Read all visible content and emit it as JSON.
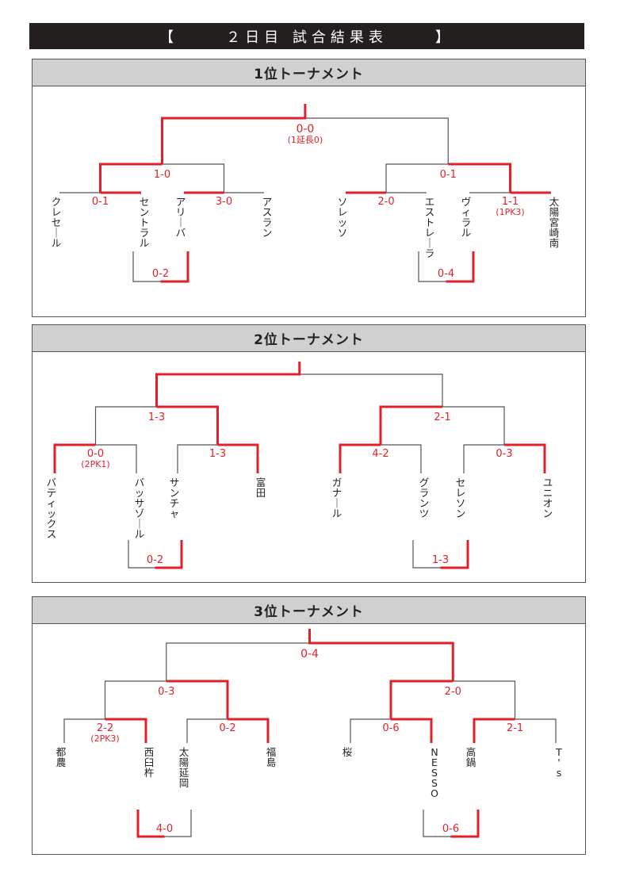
{
  "title": {
    "left": "【",
    "main": "２日目 試合結果表",
    "right": "】"
  },
  "colors": {
    "win": "#e0212b",
    "lose": "#555555",
    "header_bg": "#d0d0d0",
    "title_bg": "#231f1f"
  },
  "tournaments": [
    {
      "title": "1位トーナメント",
      "final_score": "0-0",
      "final_note": "(1延長0)",
      "semis": [
        {
          "score": "1-0",
          "third_match_score": "0-2"
        },
        {
          "score": "0-1",
          "third_match_score": "0-4"
        }
      ],
      "firsts": [
        {
          "score": "0-1",
          "note": ""
        },
        {
          "score": "3-0",
          "note": ""
        },
        {
          "score": "2-0",
          "note": ""
        },
        {
          "score": "1-1",
          "note": "(1PK3)"
        }
      ],
      "teams": [
        "クレセール",
        "セントラル",
        "アリーバ",
        "アスラン",
        "ソレッソ",
        "エストレーラ",
        "ヴィラル",
        "太陽宮崎南"
      ]
    },
    {
      "title": "2位トーナメント",
      "final_score": "",
      "final_note": "",
      "semis": [
        {
          "score": "1-3",
          "third_match_score": "0-2"
        },
        {
          "score": "2-1",
          "third_match_score": "1-3"
        }
      ],
      "firsts": [
        {
          "score": "0-0",
          "note": "(2PK1)"
        },
        {
          "score": "1-3",
          "note": ""
        },
        {
          "score": "4-2",
          "note": ""
        },
        {
          "score": "0-3",
          "note": ""
        }
      ],
      "teams": [
        "バティックス",
        "バッサゾール",
        "サンチャ",
        "富田",
        "ガナール",
        "グランツ",
        "セレソン",
        "ユニオン"
      ]
    },
    {
      "title": "3位トーナメント",
      "final_score": "0-4",
      "final_note": "",
      "semis": [
        {
          "score": "0-3",
          "third_match_score": "4-0"
        },
        {
          "score": "2-0",
          "third_match_score": "0-6"
        }
      ],
      "firsts": [
        {
          "score": "2-2",
          "note": "(2PK3)"
        },
        {
          "score": "0-2",
          "note": ""
        },
        {
          "score": "0-6",
          "note": ""
        },
        {
          "score": "2-1",
          "note": ""
        }
      ],
      "teams": [
        "都農",
        "西臼杵",
        "太陽延岡",
        "福島",
        "桜",
        "NESSO",
        "高鍋",
        "T's"
      ]
    }
  ]
}
